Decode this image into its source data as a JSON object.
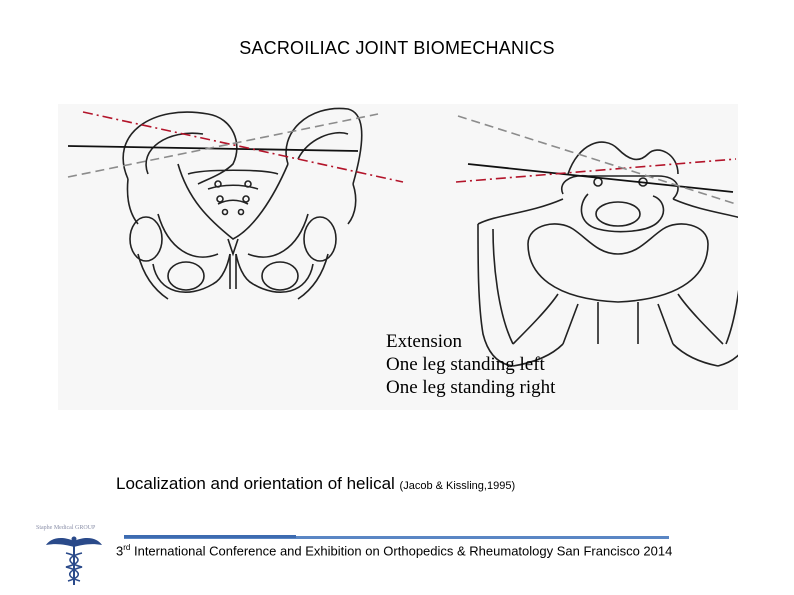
{
  "slide": {
    "title": "SACROILIAC JOINT BIOMECHANICS",
    "legend": [
      {
        "label": "Extension",
        "color": "#111111",
        "style": "solid"
      },
      {
        "label": "One leg standing left",
        "color": "#b3142a",
        "style": "dash-dot"
      },
      {
        "label": "One leg standing right",
        "color": "#8c8c8c",
        "style": "dashed"
      }
    ],
    "caption_main": "Localization and orientation of helical",
    "caption_cite": "(Jacob & Kissling,1995)",
    "footer_sup": "rd",
    "footer_num": "3",
    "footer_text": " International Conference and Exhibition on Orthopedics & Rheumatology San Francisco 2014",
    "logo_text": "Staphe Medical GROUP",
    "logo_icon": "caduceus-icon",
    "accent_color": "#5a86c4"
  }
}
